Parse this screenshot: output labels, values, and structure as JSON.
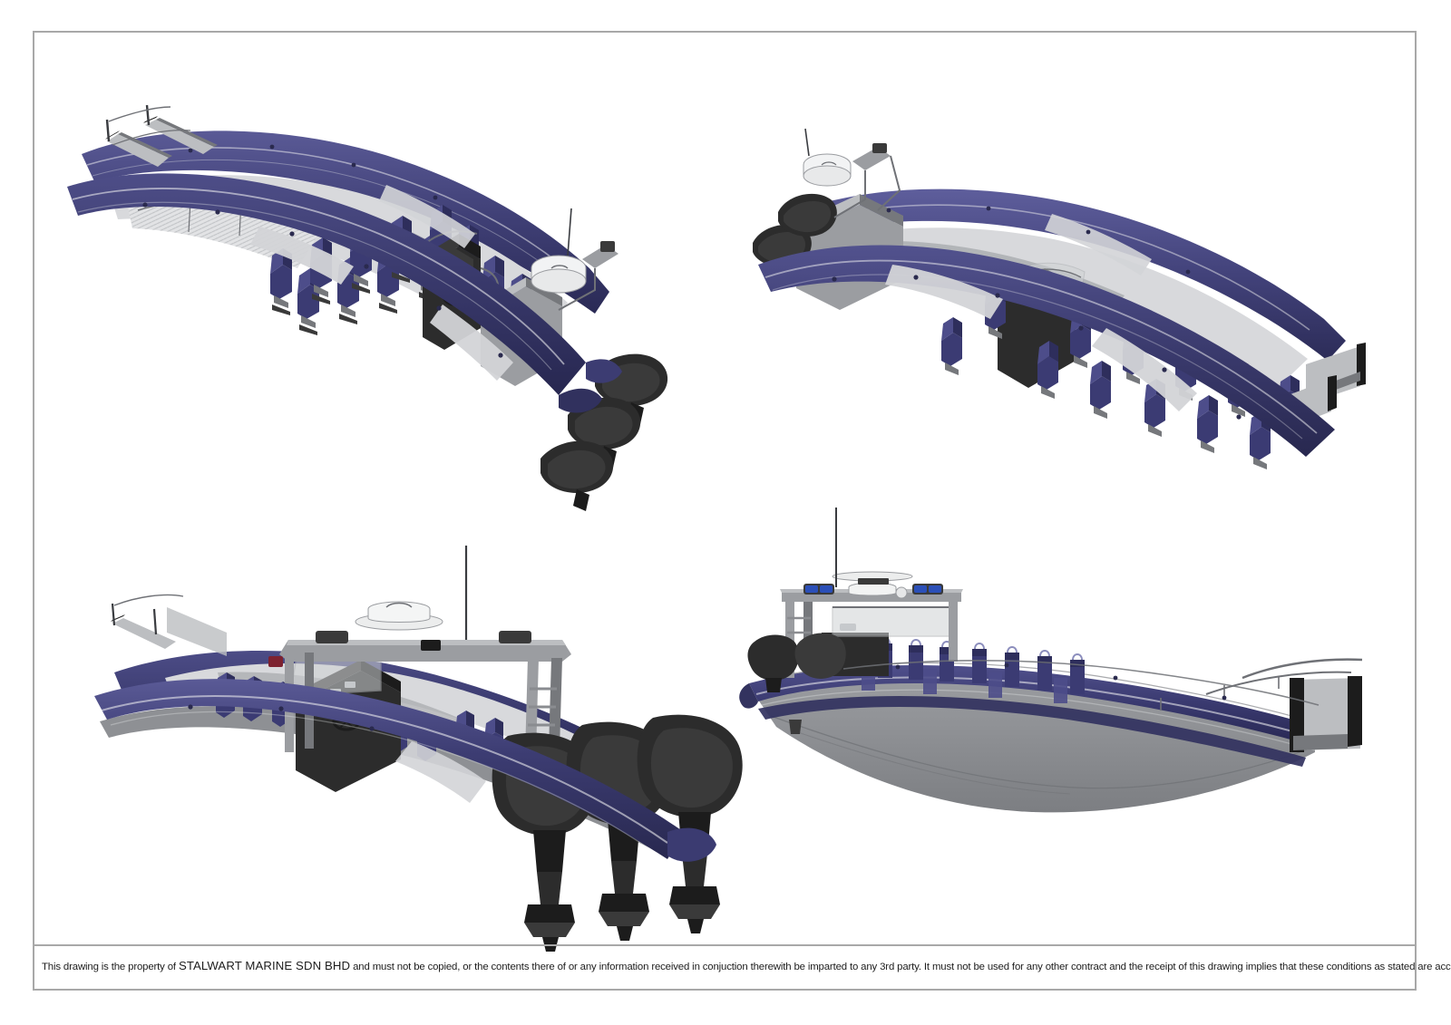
{
  "document": {
    "type": "technical-drawing-sheet",
    "sheet_background": "#ffffff",
    "border_color": "#a8a8a8",
    "subject": "Rigid inflatable boat (RIB) general arrangement renderings"
  },
  "footer": {
    "prefix": "This drawing is the property of ",
    "company": "STALWART MARINE SDN BHD",
    "suffix": " and must not be copied, or the contents there of or any information received in conjuction therewith be imparted to any 3rd party. It must not be used for any other contract and the receipt of this drawing implies that these conditions as stated are accepted.",
    "full_text": "This drawing is the property of STALWART MARINE SDN BHD and must not be copied, or the contents there of or any information received in conjuction therewith be imparted to any 3rd party. It must not be used for any other contract and the receipt of this drawing implies that these conditions as stated are accepted."
  },
  "palette": {
    "tube_navy": "#3a3a6d",
    "tube_navy_dark": "#2b2b55",
    "tube_navy_light": "#4b4b82",
    "hull_gray": "#8e9094",
    "deck_light_gray": "#d8d9dc",
    "seat_navy": "#3b3b73",
    "engine_black": "#1c1c1c",
    "metal_gray": "#9b9da1",
    "glass": "#cfd2d4"
  },
  "views": [
    {
      "id": "view-top-left",
      "name": "bow-quarter-aerial-view",
      "label": "Port bow aerial perspective",
      "features": [
        "navy inflatable collar",
        "open deck",
        "bow boarding platforms",
        "non-skid foredeck",
        "center console with steering wheel",
        "radar dome",
        "whip antenna",
        "triple outboard engines",
        "suspension seat rows"
      ],
      "seat_rows": 9,
      "engine_count": 3
    },
    {
      "id": "view-top-right",
      "name": "stern-quarter-aerial-view",
      "label": "Starboard stern aerial perspective",
      "features": [
        "twin visible outboards",
        "console with windshield",
        "radar dome",
        "whip antenna",
        "suspension seat rows",
        "bow boarding ramp",
        "non-skid foredeck"
      ],
      "seat_rows": 9,
      "engine_count": 3
    },
    {
      "id": "view-bottom-left",
      "name": "stern-quarter-low-view",
      "label": "Port stern low perspective with hardtop",
      "features": [
        "T-top hardtop frame",
        "radar scanner",
        "antenna mast",
        "windshield",
        "console",
        "triple outboard engines with lower units",
        "navy collar"
      ],
      "seat_rows": 8,
      "engine_count": 3
    },
    {
      "id": "view-bottom-right",
      "name": "profile-starboard-view",
      "label": "Starboard side profile",
      "features": [
        "gray deep-V hull",
        "navy collar",
        "T-top hardtop",
        "radar",
        "blue light bars",
        "windshield",
        "suspension seats",
        "bow boarding ramp",
        "transom outboards"
      ],
      "seat_rows": 8,
      "engine_count": 3
    }
  ]
}
